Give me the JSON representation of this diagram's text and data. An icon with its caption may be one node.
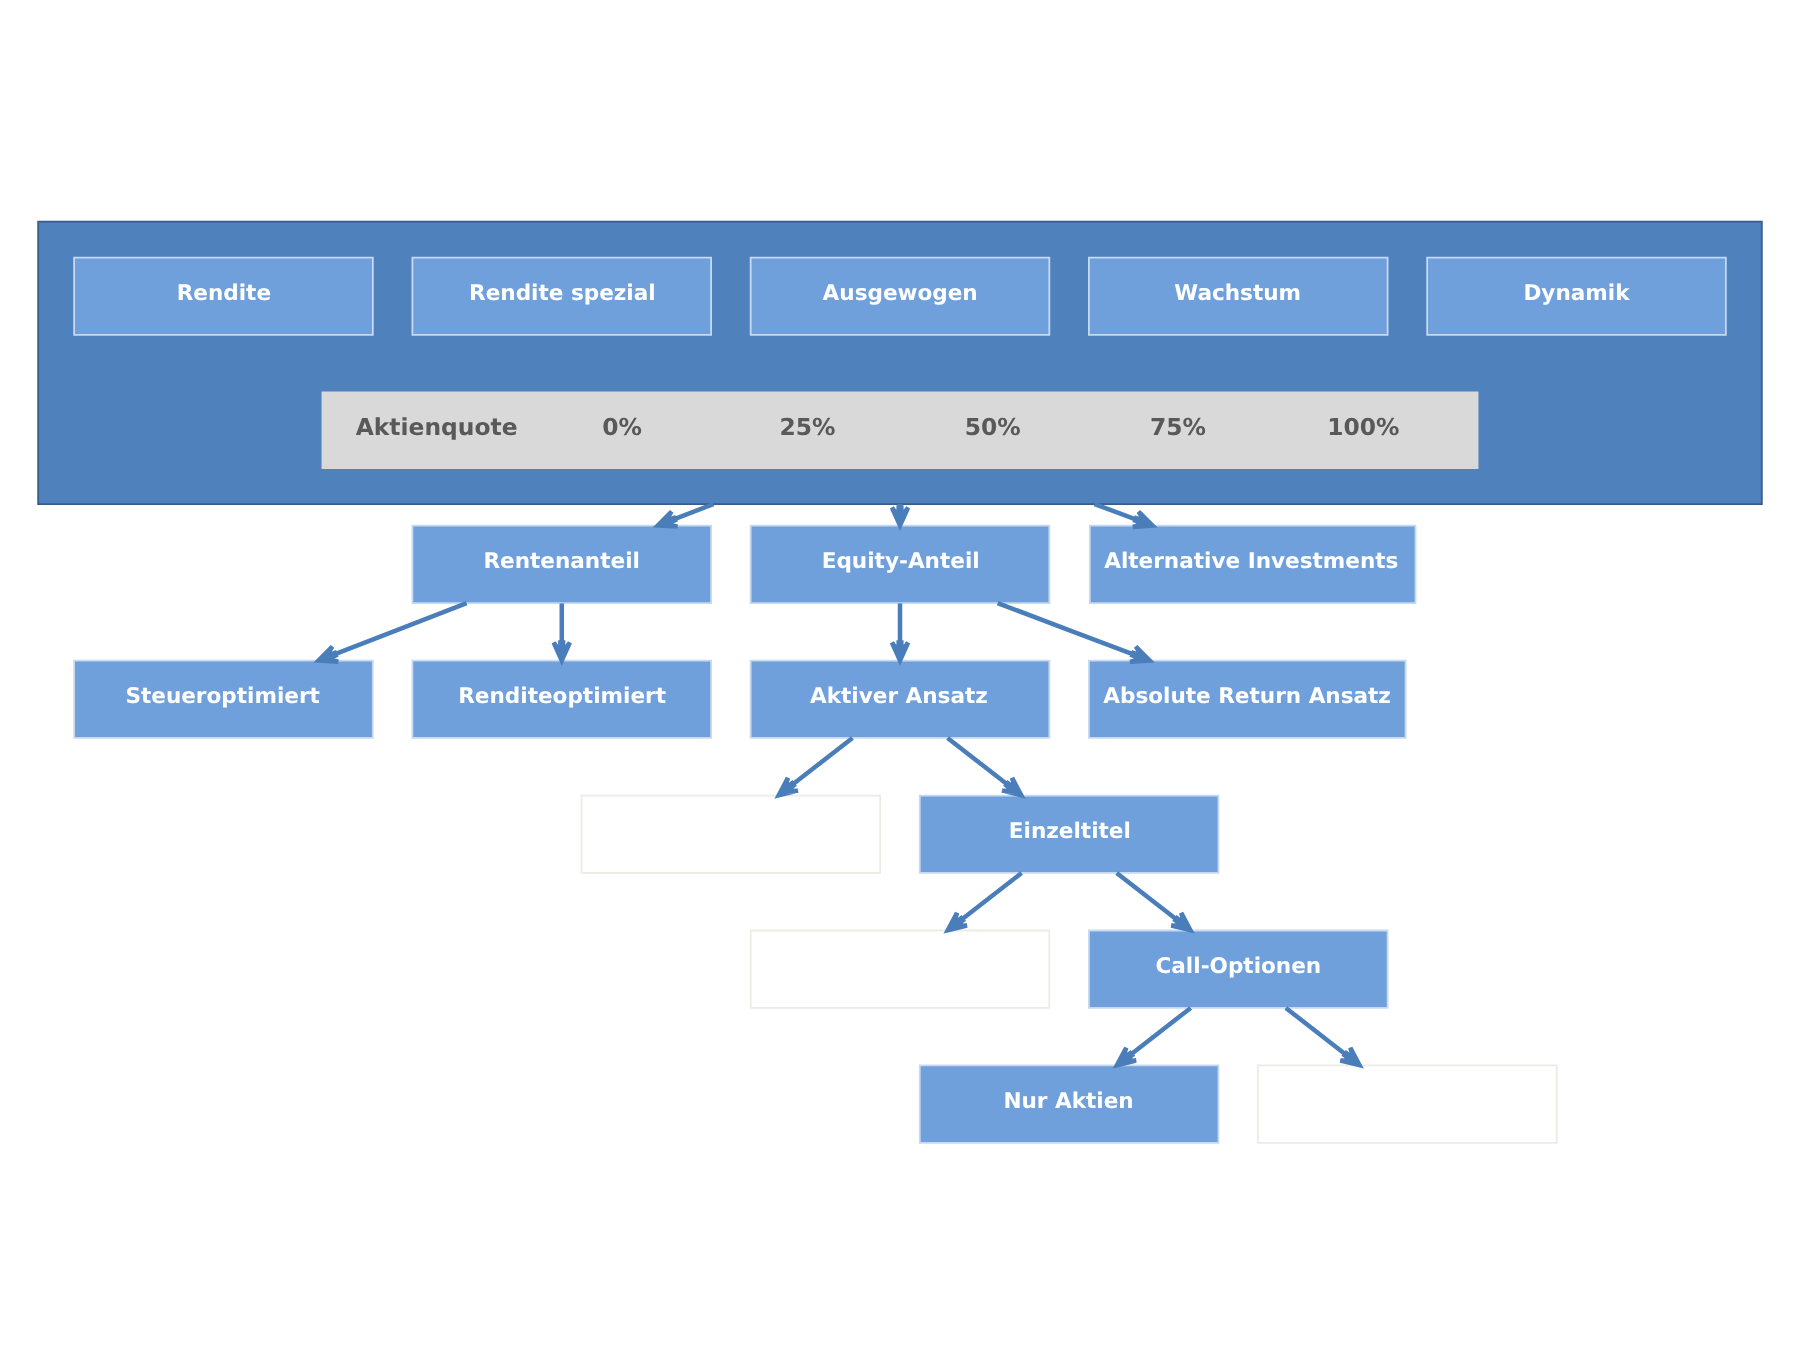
{
  "diagram": {
    "nodes": [
      {
        "text": [],
        "shape": "box"
      },
      {
        "text": [
          "Rendite"
        ],
        "in": 0
      },
      {
        "text": [
          "Rendite spezial"
        ],
        "in": 0
      },
      {
        "text": [
          "Ausgewogen"
        ],
        "in": 0
      },
      {
        "text": [
          "Wachstum"
        ],
        "in": 0
      },
      {
        "text": [
          "Dynamik"
        ],
        "in": 0
      },
      {
        "text": [
          "Aktienquote",
          "0%",
          "25%",
          "50%",
          "75%",
          "100%"
        ],
        "in": 0
      },
      {
        "text": [
          "Rentenanteil"
        ]
      },
      {
        "text": [
          "Equity-Anteil"
        ]
      },
      {
        "text": [
          "Alternative Investments"
        ]
      },
      {
        "text": [
          "Steueroptimiert"
        ]
      },
      {
        "text": [
          "Renditeoptimiert"
        ]
      },
      {
        "text": [
          "Aktiver Ansatz"
        ]
      },
      {
        "text": [
          "Absolute Return Ansatz"
        ]
      },
      {
        "text": [],
        "shape": "box"
      },
      {
        "text": [
          "Einzeltitel"
        ]
      },
      {
        "text": [],
        "shape": "box"
      },
      {
        "text": [
          "Call-Optionen"
        ]
      },
      {
        "text": [
          "Nur Aktien"
        ]
      },
      {
        "text": [],
        "shape": "box"
      }
    ],
    "edges": [
      {
        "from": 0,
        "to": 7,
        "arrow": "to"
      },
      {
        "from": 0,
        "to": 8,
        "arrow": "to"
      },
      {
        "from": 0,
        "to": 9,
        "arrow": "to"
      },
      {
        "from": 7,
        "to": 10,
        "arrow": "to"
      },
      {
        "from": 7,
        "to": 11,
        "arrow": "to"
      },
      {
        "from": 8,
        "to": 12,
        "arrow": "to"
      },
      {
        "from": 8,
        "to": 13,
        "arrow": "to"
      },
      {
        "from": 12,
        "to": 14,
        "arrow": "to"
      },
      {
        "from": 12,
        "to": 15,
        "arrow": "to"
      },
      {
        "from": 15,
        "to": 16,
        "arrow": "to"
      },
      {
        "from": 15,
        "to": 17,
        "arrow": "to"
      },
      {
        "from": 17,
        "to": 18,
        "arrow": "to"
      },
      {
        "from": 17,
        "to": 19,
        "arrow": "to"
      }
    ]
  }
}
